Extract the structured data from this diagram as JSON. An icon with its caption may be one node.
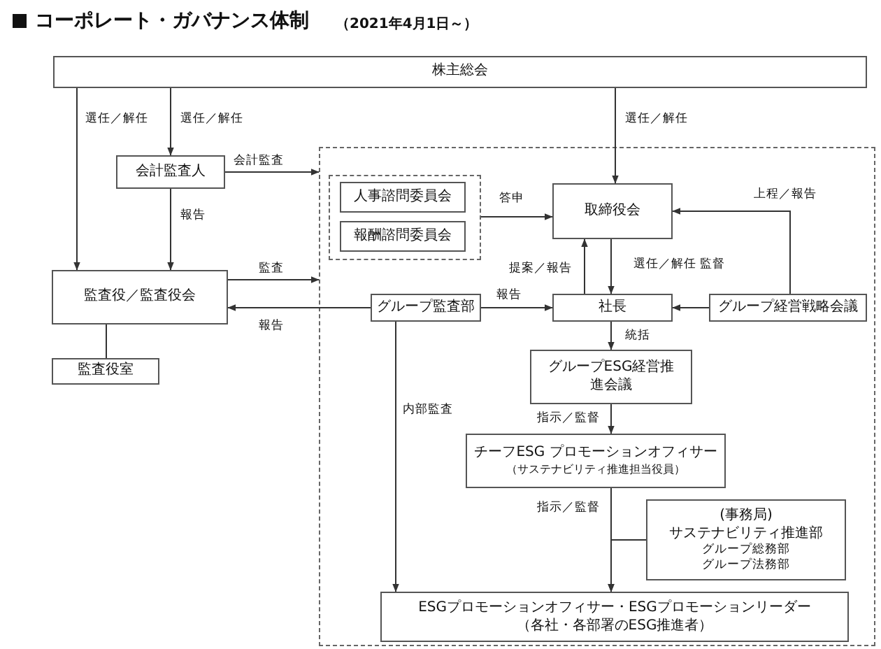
{
  "diagram": {
    "title": "コーポレート・ガバナンス体制",
    "nodes": [
      {
        "text": [
          "株主総会"
        ]
      },
      {
        "text": [
          "会計監査人"
        ]
      },
      {
        "text": [],
        "shape": "box"
      },
      {
        "text": [],
        "shape": "box",
        "in": 2
      },
      {
        "text": [
          "人事諮問委員会"
        ],
        "in": 3
      },
      {
        "text": [
          "報酬諮問委員会"
        ],
        "in": 3
      },
      {
        "text": [
          "取締役会"
        ],
        "in": 2
      },
      {
        "text": [
          "監査役／監査役会"
        ]
      },
      {
        "text": [
          "監査役室"
        ]
      },
      {
        "text": [
          "グループ監査部"
        ],
        "in": 2
      },
      {
        "text": [
          "社長"
        ],
        "in": 2
      },
      {
        "text": [
          "グループ経営戦略会議"
        ],
        "in": 2
      },
      {
        "text": [
          "グループESG経営推進会議"
        ],
        "in": 2
      },
      {
        "text": [
          "チーフESG プロモーションオフィサー",
          "（サステナビリティ推進担当役員）"
        ],
        "in": 2
      },
      {
        "text": [
          "(事務局)",
          "サステナビリティ推進部",
          "グループ総務部",
          "グループ法務部"
        ],
        "in": 2
      },
      {
        "text": [
          "ESGプロモーションオフィサー・ESGプロモーションリーダー",
          "（各社・各部署のESG推進者）"
        ],
        "in": 2
      }
    ],
    "edges": [
      {
        "from": 0,
        "to": 7,
        "arrow": "to",
        "label": "選任／解任"
      },
      {
        "from": 0,
        "to": 1,
        "arrow": "to",
        "label": "選任／解任"
      },
      {
        "from": 0,
        "to": 6,
        "arrow": "to",
        "label": "選任／解任"
      },
      {
        "from": 1,
        "to": 2,
        "arrow": "to",
        "label": "会計監査"
      },
      {
        "from": 1,
        "to": 7,
        "arrow": "to",
        "label": "報告"
      },
      {
        "from": 3,
        "to": 6,
        "arrow": "to",
        "label": "答申"
      },
      {
        "from": 7,
        "to": 2,
        "arrow": "to",
        "label": "監査"
      },
      {
        "from": 9,
        "to": 7,
        "arrow": "to",
        "label": "報告"
      },
      {
        "from": 7,
        "to": 8,
        "arrow": "none"
      },
      {
        "from": 6,
        "to": 10,
        "arrow": "to",
        "label": "選任／解任 監督"
      },
      {
        "from": 10,
        "to": 6,
        "arrow": "to",
        "label": "提案／報告"
      },
      {
        "from": 9,
        "to": 10,
        "arrow": "to",
        "label": "報告"
      },
      {
        "from": 11,
        "to": 10,
        "arrow": "to"
      },
      {
        "from": 11,
        "to": 6,
        "arrow": "to",
        "label": "上程／報告"
      },
      {
        "from": 10,
        "to": 12,
        "arrow": "to",
        "label": "統括"
      },
      {
        "from": 12,
        "to": 13,
        "arrow": "to",
        "label": "指示／監督"
      },
      {
        "from": 13,
        "to": 15,
        "arrow": "to",
        "label": "指示／監督"
      },
      {
        "from": 14,
        "to": 15,
        "arrow": "to"
      },
      {
        "from": 9,
        "to": 15,
        "arrow": "to",
        "label": "内部監査"
      }
    ],
    "labels": [
      "（2021年4月1日～）"
    ]
  }
}
